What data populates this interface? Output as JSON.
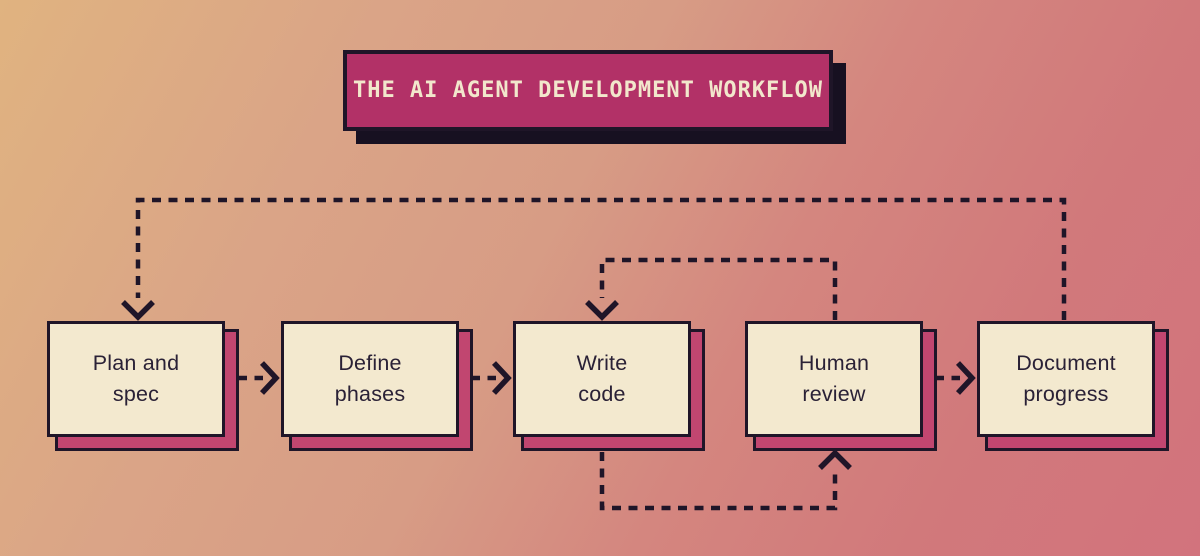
{
  "title": "THE AI AGENT DEVELOPMENT WORKFLOW",
  "nodes": [
    {
      "id": "plan",
      "line1": "Plan and",
      "line2": "spec"
    },
    {
      "id": "define",
      "line1": "Define",
      "line2": "phases"
    },
    {
      "id": "write",
      "line1": "Write",
      "line2": "code"
    },
    {
      "id": "review",
      "line1": "Human",
      "line2": "review"
    },
    {
      "id": "document",
      "line1": "Document",
      "line2": "progress"
    }
  ],
  "connections": [
    {
      "from": "Plan and spec",
      "to": "Define phases",
      "style": "dashed-arrow",
      "route": "direct"
    },
    {
      "from": "Define phases",
      "to": "Write code",
      "style": "dashed-arrow",
      "route": "direct"
    },
    {
      "from": "Human review",
      "to": "Write code",
      "style": "dashed-arrow",
      "route": "loop-over-top"
    },
    {
      "from": "Write code",
      "to": "Human review",
      "style": "dashed-arrow",
      "route": "loop-under-bottom"
    },
    {
      "from": "Human review",
      "to": "Document progress",
      "style": "dashed-arrow",
      "route": "direct"
    },
    {
      "from": "Document progress",
      "to": "Plan and spec",
      "style": "dashed-arrow",
      "route": "loop-over-top"
    }
  ],
  "colors": {
    "bg_start": "#e0b380",
    "bg_mid": "#d79c85",
    "bg_end": "#d2737d",
    "ink": "#1f1528",
    "node_fill": "#f3e9cf",
    "accent_magenta": "#b23167",
    "shadow_magenta": "#c14670",
    "title_text": "#f2e7cc",
    "node_text": "#2a2136"
  }
}
